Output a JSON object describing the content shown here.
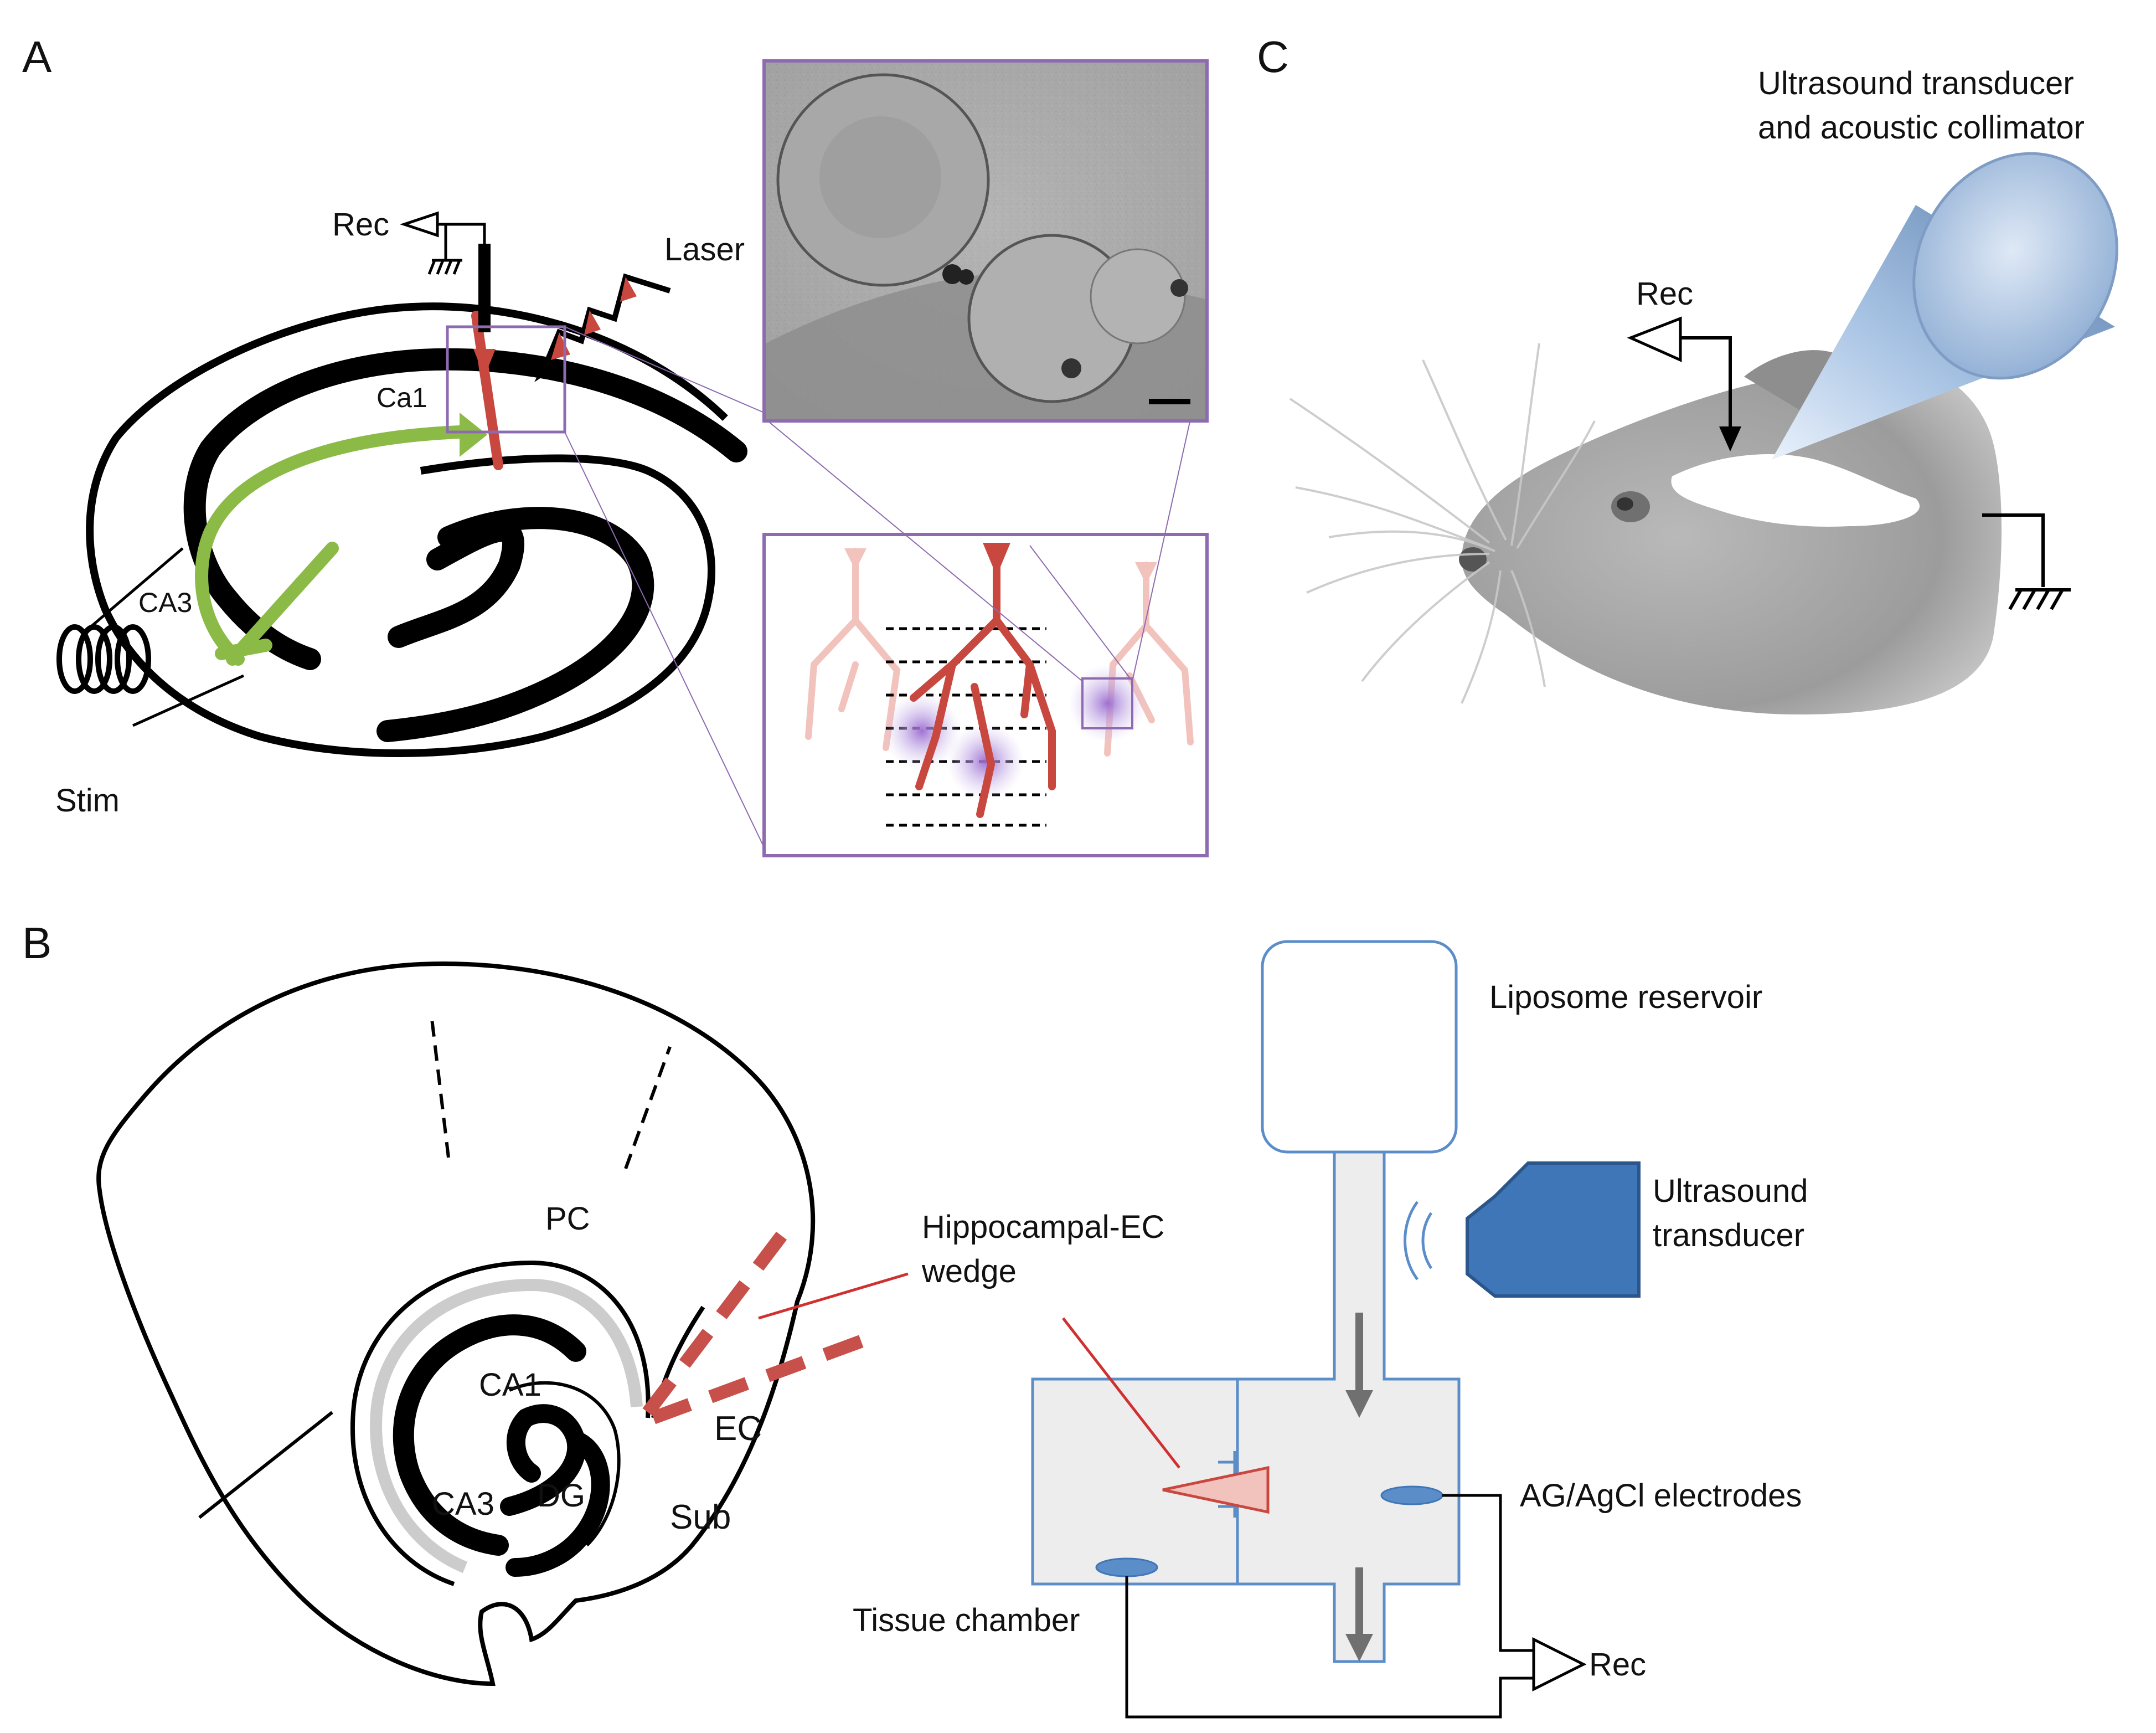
{
  "panels": {
    "A": {
      "letter": "A",
      "rec": "Rec",
      "laser": "Laser",
      "ca1": "Ca1",
      "ca3": "CA3",
      "stim": "Stim"
    },
    "B": {
      "letter": "B",
      "pc": "PC",
      "ca1": "CA1",
      "ca3": "CA3",
      "dg": "DG",
      "ec": "EC",
      "sub": "Sub",
      "wedge_line1": "Hippocampal-EC",
      "wedge_line2": "wedge",
      "reservoir": "Liposome reservoir",
      "us_line1": "Ultrasound",
      "us_line2": "transducer",
      "electrodes": "AG/AgCl electrodes",
      "chamber": "Tissue chamber",
      "rec": "Rec"
    },
    "C": {
      "letter": "C",
      "title_line1": "Ultrasound transducer",
      "title_line2": "and acoustic collimator",
      "rec": "Rec"
    }
  },
  "colors": {
    "green": "#8bbb46",
    "red": "#c8483f",
    "pink": "#f2c2bd",
    "purple": "#8e6bb0",
    "blue_outline": "#5b8dc9",
    "transducer_blue": "#3f76b8",
    "chamber_fill": "#ededed"
  }
}
